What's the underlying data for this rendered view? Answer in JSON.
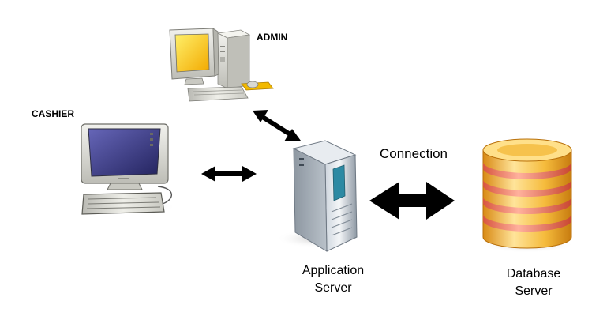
{
  "nodes": {
    "admin": {
      "label": "ADMIN",
      "icon": "desktop-computer-icon"
    },
    "cashier": {
      "label": "CASHIER",
      "icon": "crt-monitor-icon"
    },
    "app_server": {
      "label_line1": "Application",
      "label_line2": "Server",
      "icon": "server-tower-icon"
    },
    "db_server": {
      "label_line1": "Database",
      "label_line2": "Server",
      "icon": "database-cylinder-icon"
    }
  },
  "edges": {
    "app_db": {
      "label": "Connection"
    }
  },
  "colors": {
    "arrow": "#000000",
    "db_gold": "#f3b338",
    "db_band": "#ef7d63",
    "monitor_screen_admin": "#f6c52c",
    "monitor_screen_cashier": "#3b3a8f",
    "server_accent": "#2d8aa3"
  }
}
